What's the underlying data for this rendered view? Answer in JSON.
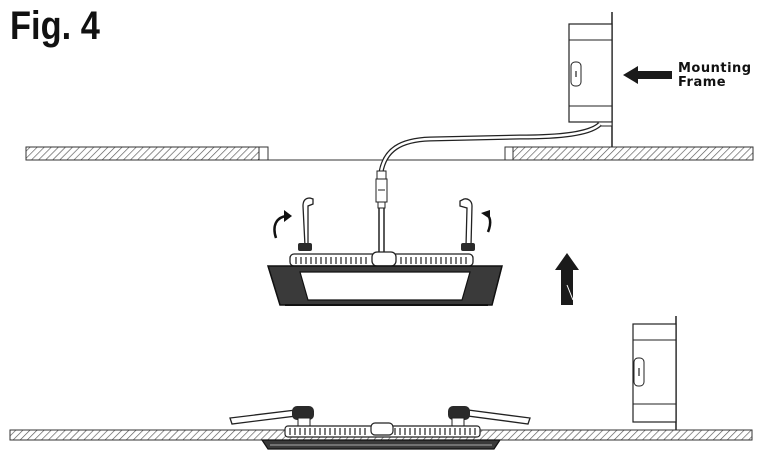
{
  "figure": {
    "title": "Fig. 4",
    "label_line1": "Mounting",
    "label_line2": "Frame"
  },
  "colors": {
    "ink": "#1a1a1a",
    "hatch": "#555555",
    "panel_fill": "#3a3a3a",
    "panel_inner": "#ffffff",
    "frame_box": "#ffffff"
  },
  "icons": {
    "pointer_arrow": "left-arrow-icon",
    "push_arrow": "up-arrow-icon",
    "spring_rotate": "curved-arrow-icon"
  }
}
